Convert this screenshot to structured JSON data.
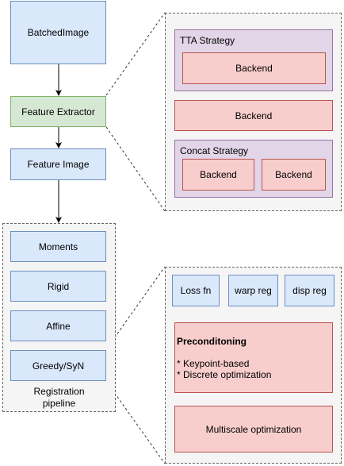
{
  "pipeline": {
    "batched_image": "BatchedImage",
    "feature_extractor": "Feature Extractor",
    "feature_image": "Feature Image"
  },
  "registration": {
    "steps": [
      "Moments",
      "Rigid",
      "Affine",
      "Greedy/SyN"
    ],
    "caption_line1": "Registration",
    "caption_line2": "pipeline"
  },
  "extractor_detail": {
    "tta_label": "TTA Strategy",
    "tta_backend": "Backend",
    "single_backend": "Backend",
    "concat_label": "Concat Strategy",
    "concat_backends": [
      "Backend",
      "Backend"
    ]
  },
  "optimization_detail": {
    "inputs": [
      "Loss fn",
      "warp reg",
      "disp reg"
    ],
    "preconditioning_title": "Preconditoning",
    "preconditioning_items": [
      "* Keypoint-based",
      "* Discrete optimization"
    ],
    "multiscale": "Multiscale optimization"
  },
  "colors": {
    "blue_fill": "#dae8fc",
    "blue_stroke": "#6c8ebf",
    "green_fill": "#d5e8d4",
    "green_stroke": "#82b366",
    "red_fill": "#f8cecc",
    "red_stroke": "#b85450",
    "purple_fill": "#e1d5e7",
    "purple_stroke": "#9673a6",
    "group_fill": "#f5f5f5",
    "group_stroke": "#666666"
  }
}
